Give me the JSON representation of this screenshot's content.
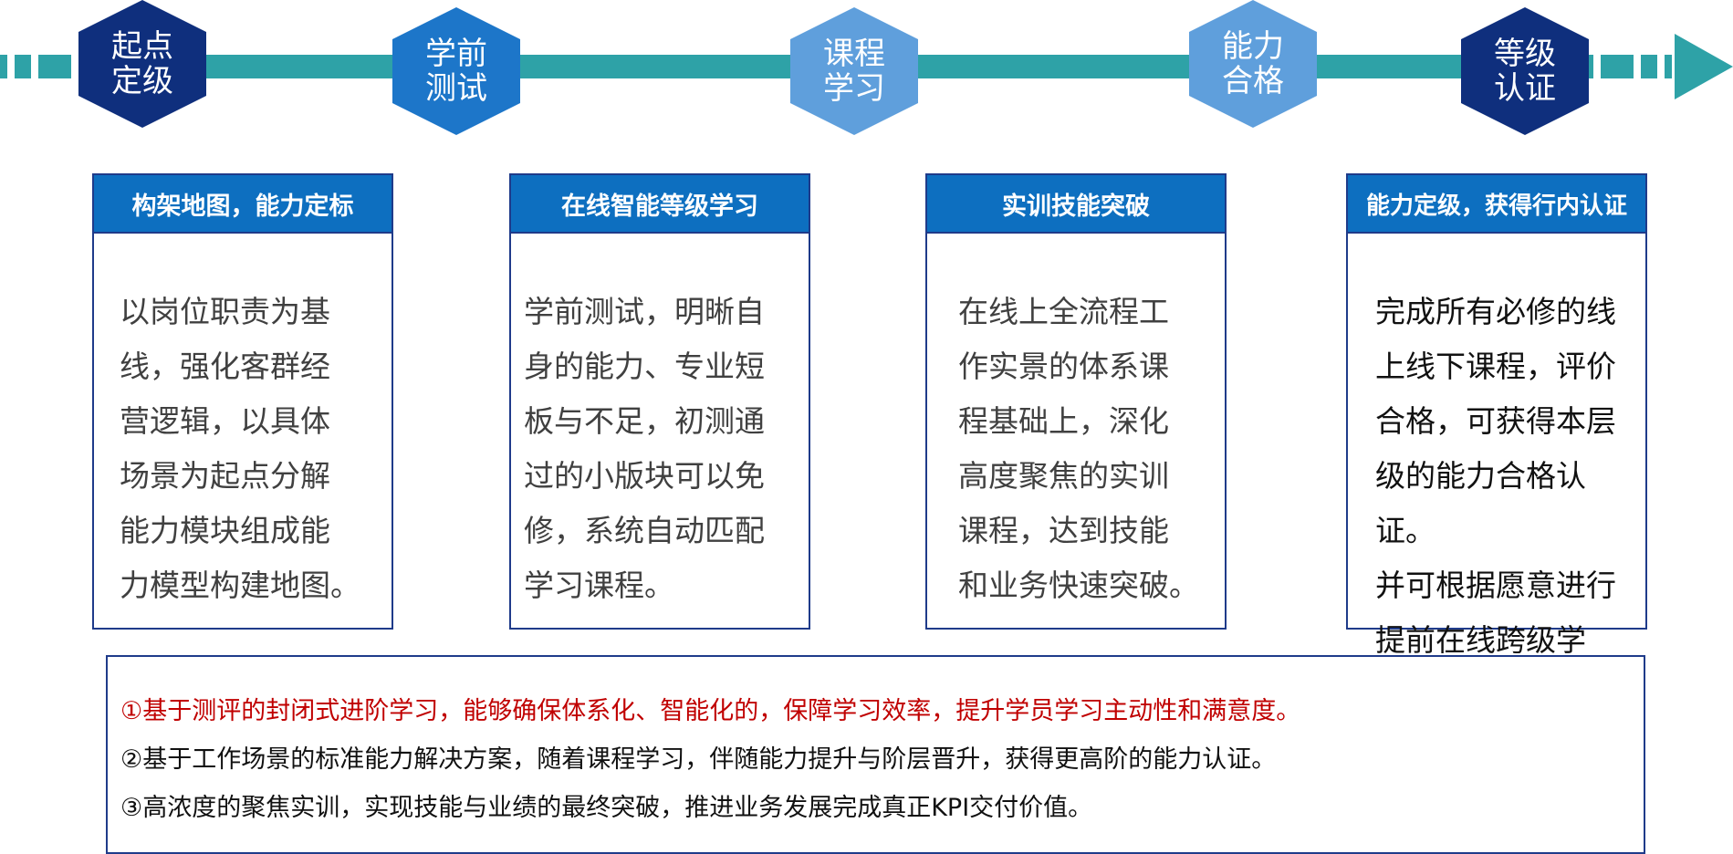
{
  "colors": {
    "timeline": "#2ea2a7",
    "hex_dark": "#0f2f7d",
    "hex_mid": "#1d76c9",
    "hex_light": "#5f9fdc",
    "header": "#0d6fc0",
    "border": "#1f3b8a",
    "highlight": "#c00000"
  },
  "steps": [
    {
      "line1": "起点",
      "line2": "定级"
    },
    {
      "line1": "学前",
      "line2": "测试"
    },
    {
      "line1": "课程",
      "line2": "学习"
    },
    {
      "line1": "能力",
      "line2": "合格"
    },
    {
      "line1": "等级",
      "line2": "认证"
    }
  ],
  "cards": [
    {
      "title": "构架地图，能力定标",
      "lines": [
        "以岗位职责为基",
        "线，强化客群经",
        "营逻辑，以具体",
        "场景为起点分解",
        "能力模块组成能",
        "力模型构建地图。"
      ]
    },
    {
      "title": "在线智能等级学习",
      "lines": [
        "学前测试，明晰自",
        "身的能力、专业短",
        "板与不足，初测通",
        "过的小版块可以免",
        "修，系统自动匹配",
        "学习课程。"
      ]
    },
    {
      "title": "实训技能突破",
      "lines": [
        "在线上全流程工",
        "作实景的体系课",
        "程基础上，深化",
        "高度聚焦的实训",
        "课程，达到技能",
        "和业务快速突破。"
      ]
    },
    {
      "title": "能力定级，获得行内认证",
      "lines": [
        "完成所有必修的线",
        "上线下课程，评价",
        "合格，可获得本层",
        "级的能力合格认证。",
        "并可根据愿意进行",
        "提前在线跨级学习。"
      ]
    }
  ],
  "summary": {
    "line1": "①基于测评的封闭式进阶学习，能够确保体系化、智能化的，保障学习效率，提升学员学习主动性和满意度。",
    "line2": "②基于工作场景的标准能力解决方案，随着课程学习，伴随能力提升与阶层晋升，获得更高阶的能力认证。",
    "line3": "③高浓度的聚焦实训，实现技能与业绩的最终突破，推进业务发展完成真正KPI交付价值。"
  }
}
